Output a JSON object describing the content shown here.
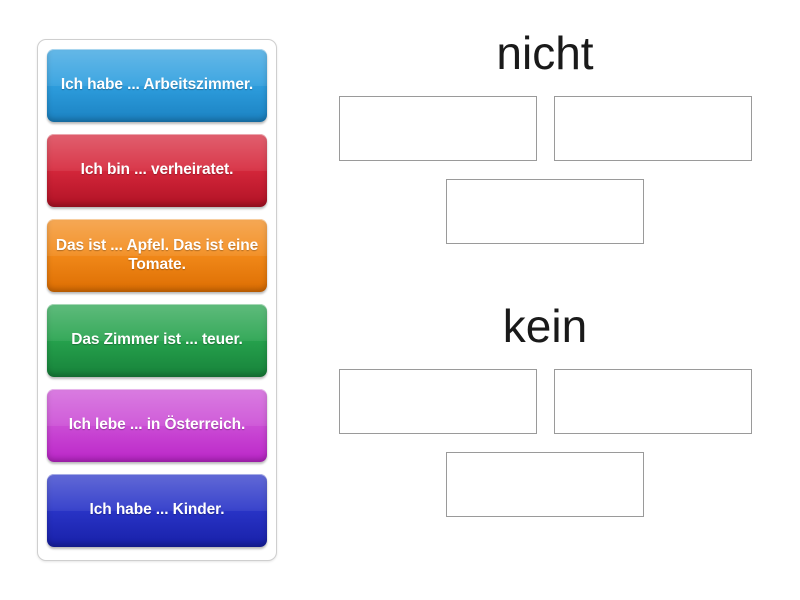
{
  "activity": {
    "type": "group-sort",
    "language": "de"
  },
  "source_panel": {
    "name": "draggable-tiles",
    "tiles": [
      {
        "id": "tile-1",
        "text": "Ich habe ... Arbeitszimmer.",
        "color": "#2f9fdf",
        "color_dark": "#1b82c2"
      },
      {
        "id": "tile-2",
        "text": "Ich bin ... verheiratet.",
        "color": "#d6283c",
        "color_dark": "#b01225"
      },
      {
        "id": "tile-3",
        "text": "Das ist ... Apfel. Das ist eine Tomate.",
        "color": "#f28a1a",
        "color_dark": "#dd6e03"
      },
      {
        "id": "tile-4",
        "text": "Das Zimmer ist ... teuer.",
        "color": "#27a34e",
        "color_dark": "#17823a"
      },
      {
        "id": "tile-5",
        "text": "Ich lebe ... in Österreich.",
        "color": "#cc4fd6",
        "color_dark": "#bb26c8"
      },
      {
        "id": "tile-6",
        "text": "Ich habe ... Kinder.",
        "color": "#2a35c8",
        "color_dark": "#1820a8"
      }
    ]
  },
  "groups": [
    {
      "id": "group-nicht",
      "title": "nicht",
      "slots": [
        {
          "id": "nicht-slot-1",
          "content": ""
        },
        {
          "id": "nicht-slot-2",
          "content": ""
        },
        {
          "id": "nicht-slot-3",
          "content": ""
        }
      ]
    },
    {
      "id": "group-kein",
      "title": "kein",
      "slots": [
        {
          "id": "kein-slot-1",
          "content": ""
        },
        {
          "id": "kein-slot-2",
          "content": ""
        },
        {
          "id": "kein-slot-3",
          "content": ""
        }
      ]
    }
  ],
  "theme": {
    "background": "#ffffff",
    "panel_border": "#cfcfcf",
    "slot_border": "#9a9a9a",
    "title_color": "#1a1a1a",
    "tile_text_color": "#ffffff"
  }
}
